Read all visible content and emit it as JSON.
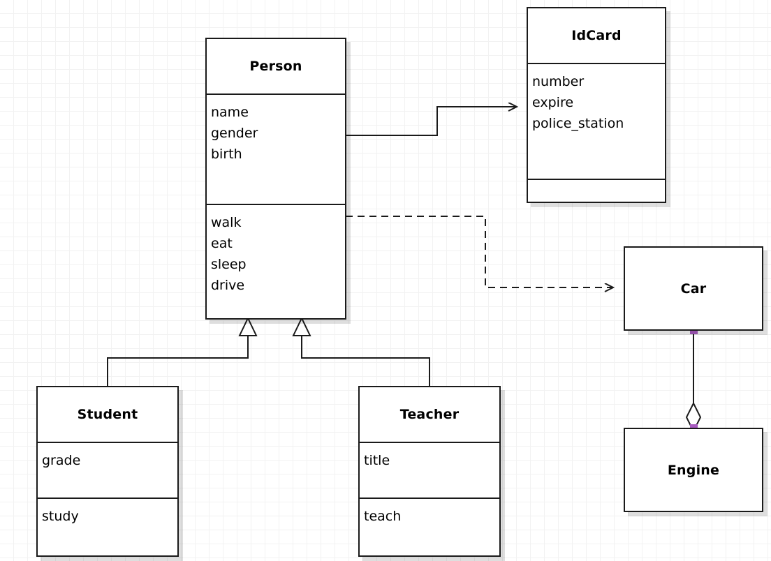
{
  "diagram": {
    "type": "uml-class-diagram",
    "background": "#ffffff",
    "grid_color": "#f2f2f2",
    "grid_size": 20,
    "line_color": "#1a1a1a",
    "handle_color": "#a85bc0"
  },
  "classes": {
    "person": {
      "name": "Person",
      "attributes": [
        "name",
        "gender",
        "birth"
      ],
      "operations": [
        "walk",
        "eat",
        "sleep",
        "drive"
      ]
    },
    "idcard": {
      "name": "IdCard",
      "attributes": [
        "number",
        "expire",
        "police_station"
      ],
      "operations": []
    },
    "car": {
      "name": "Car",
      "attributes": [],
      "operations": []
    },
    "engine": {
      "name": "Engine",
      "attributes": [],
      "operations": []
    },
    "student": {
      "name": "Student",
      "attributes": [
        "grade"
      ],
      "operations": [
        "study"
      ]
    },
    "teacher": {
      "name": "Teacher",
      "attributes": [
        "title"
      ],
      "operations": [
        "teach"
      ]
    }
  },
  "relationships": [
    {
      "id": "person-idcard",
      "kind": "association",
      "style": "solid",
      "arrowhead": "open",
      "from": "Person",
      "to": "IdCard"
    },
    {
      "id": "person-car",
      "kind": "dependency",
      "style": "dashed",
      "arrowhead": "open",
      "from": "Person",
      "to": "Car"
    },
    {
      "id": "student-person",
      "kind": "generalization",
      "style": "solid",
      "arrowhead": "hollow-triangle",
      "from": "Student",
      "to": "Person"
    },
    {
      "id": "teacher-person",
      "kind": "generalization",
      "style": "solid",
      "arrowhead": "hollow-triangle",
      "from": "Teacher",
      "to": "Person"
    },
    {
      "id": "car-engine",
      "kind": "aggregation",
      "style": "solid",
      "arrowhead": "hollow-diamond",
      "from": "Car",
      "to": "Engine",
      "selected": true
    }
  ]
}
